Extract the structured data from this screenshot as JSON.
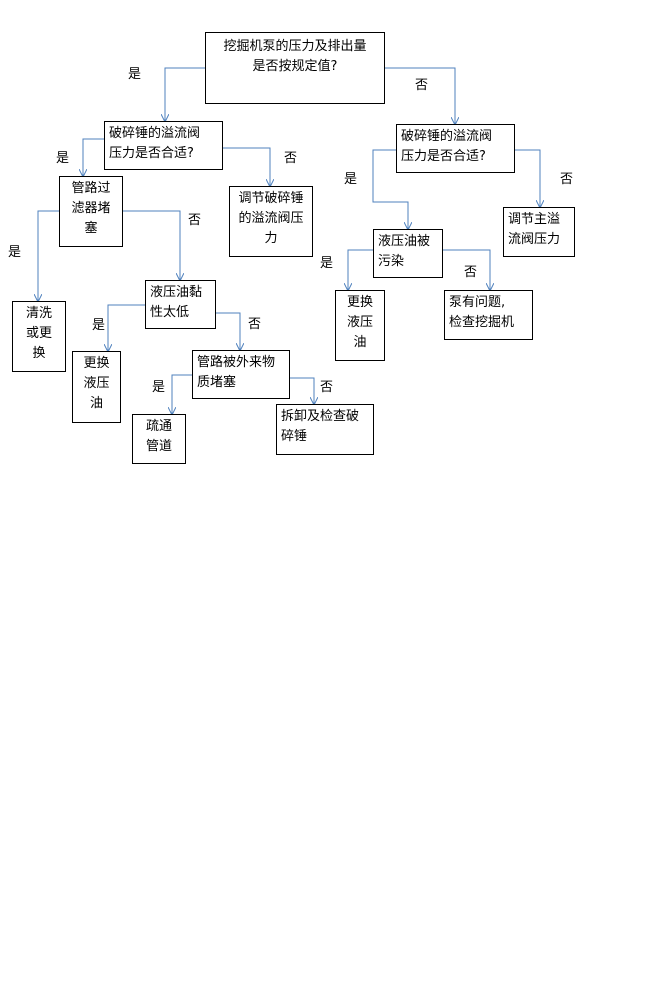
{
  "colors": {
    "connector": "#4f81bd",
    "border": "#000000",
    "text": "#000000"
  },
  "nodes": {
    "root": "挖掘机泵的压力及排出量\n是否按规定值?",
    "left_relief": "破碎锤的溢流阀\n压力是否合适?",
    "right_relief": "破碎锤的溢流阀\n压力是否合适?",
    "adjust_hammer_relief": "调节破碎锤\n的溢流阀压\n力",
    "filter_clogged": "管路过\n滤器堵\n塞",
    "clean_replace": "清洗\n或更\n换",
    "low_viscosity": "液压油黏\n性太低",
    "replace_oil_left": "更换\n液压\n油",
    "foreign_matter": "管路被外来物\n质堵塞",
    "dredge": "疏通\n管道",
    "disassemble": "拆卸及检查破\n碎锤",
    "oil_contaminated": "液压油被\n污染",
    "replace_oil_right": "更换\n液压\n油",
    "pump_issue": "泵有问题,\n检查挖掘机",
    "adjust_main_relief": "调节主溢\n流阀压力"
  },
  "labels": {
    "yes_root": "是",
    "no_root": "否",
    "yes_left_relief": "是",
    "no_left_relief": "否",
    "yes_filter": "是",
    "no_filter": "否",
    "yes_viscosity": "是",
    "no_viscosity": "否",
    "yes_foreign": "是",
    "no_foreign": "否",
    "yes_right_relief": "是",
    "no_right_relief": "否",
    "yes_contaminated": "是",
    "no_contaminated": "否"
  }
}
